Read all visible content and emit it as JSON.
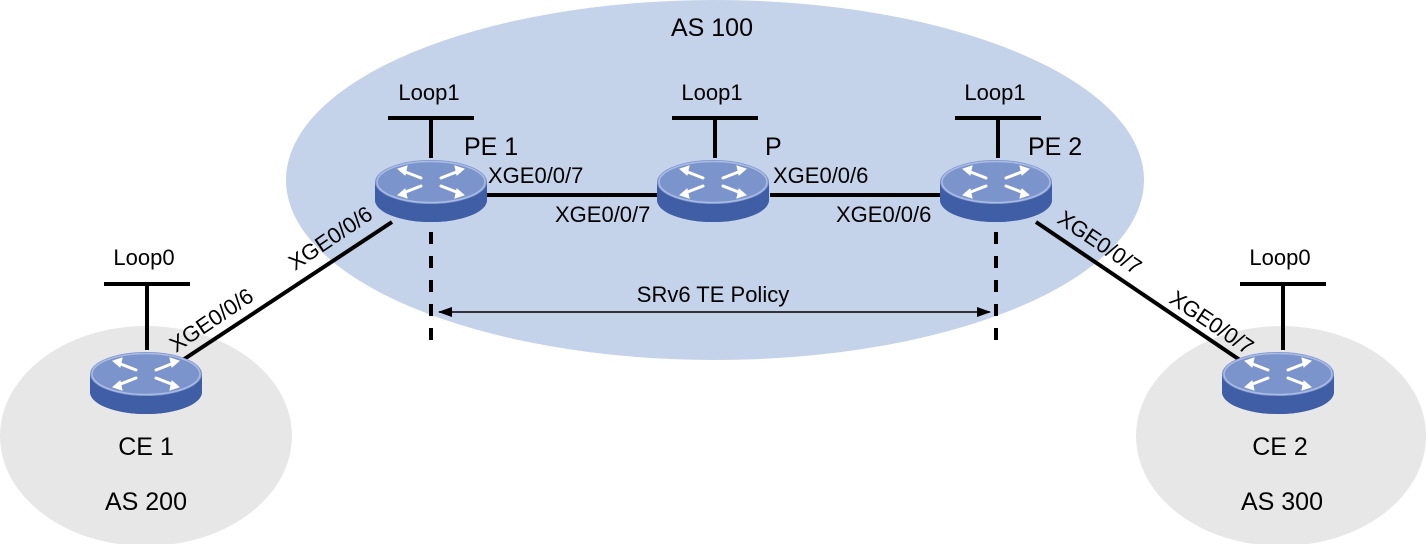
{
  "colors": {
    "core_zone": "#c4d2ea",
    "edge_zone": "#e7e7e7",
    "device_top": "#7c94cc",
    "device_side": "#3f5ea6",
    "link": "#000000"
  },
  "icon": "router-icon",
  "zones": {
    "core": "AS 100",
    "left": "AS 200",
    "right": "AS 300"
  },
  "devices": {
    "pe1": {
      "name": "PE 1",
      "loopback": "Loop1"
    },
    "p": {
      "name": "P",
      "loopback": "Loop1"
    },
    "pe2": {
      "name": "PE 2",
      "loopback": "Loop1"
    },
    "ce1": {
      "name": "CE 1",
      "loopback": "Loop0"
    },
    "ce2": {
      "name": "CE 2",
      "loopback": "Loop0"
    }
  },
  "links": {
    "ce1_pe1": {
      "ce1_port": "XGE0/0/6",
      "pe1_port": "XGE0/0/6"
    },
    "pe1_p": {
      "pe1_port": "XGE0/0/7",
      "p_port": "XGE0/0/7"
    },
    "p_pe2": {
      "p_port": "XGE0/0/6",
      "pe2_port": "XGE0/0/6"
    },
    "pe2_ce2": {
      "pe2_port": "XGE0/0/7",
      "ce2_port": "XGE0/0/7"
    }
  },
  "policy": {
    "label": "SRv6 TE Policy"
  }
}
